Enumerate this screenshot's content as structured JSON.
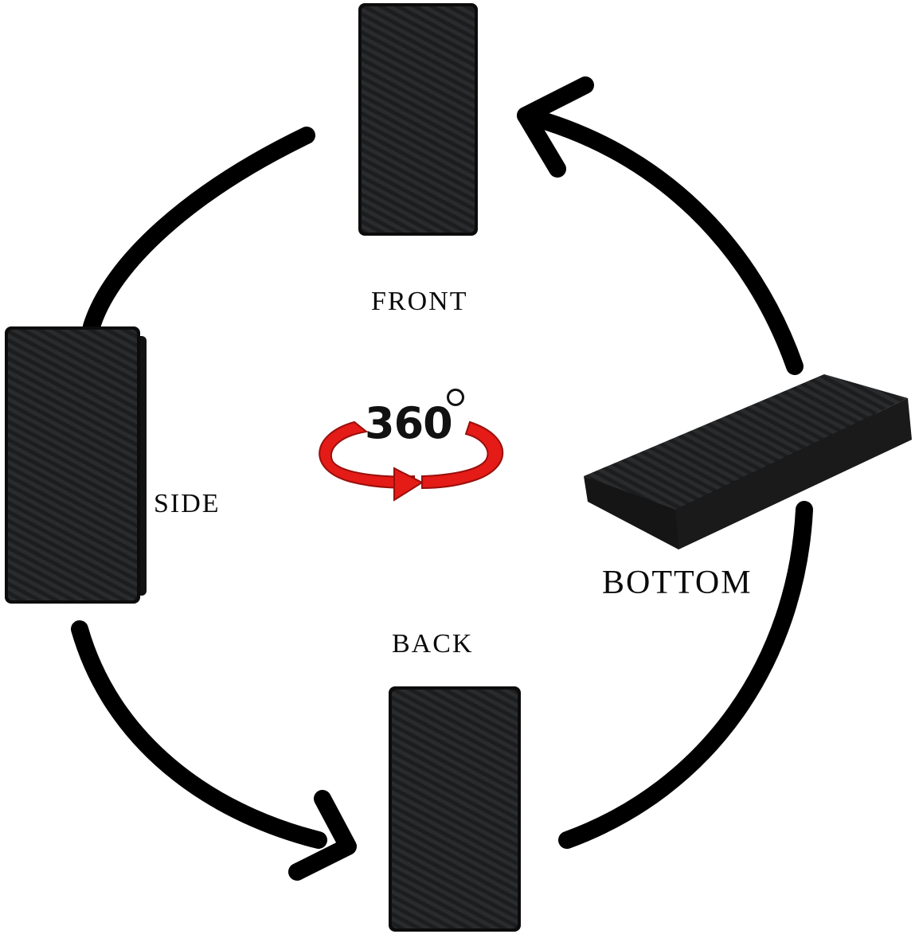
{
  "labels": {
    "front": "FRONT",
    "side": "SIDE",
    "bottom": "BOTTOM",
    "back": "BACK"
  },
  "badge": {
    "text": "360",
    "icon": "rotate-360-icon"
  },
  "colors": {
    "arrow": "#000000",
    "wallet": "#1b1c1d",
    "wallet_edge": "#0a0a0a",
    "rotation_arrow": "#e41b17"
  }
}
